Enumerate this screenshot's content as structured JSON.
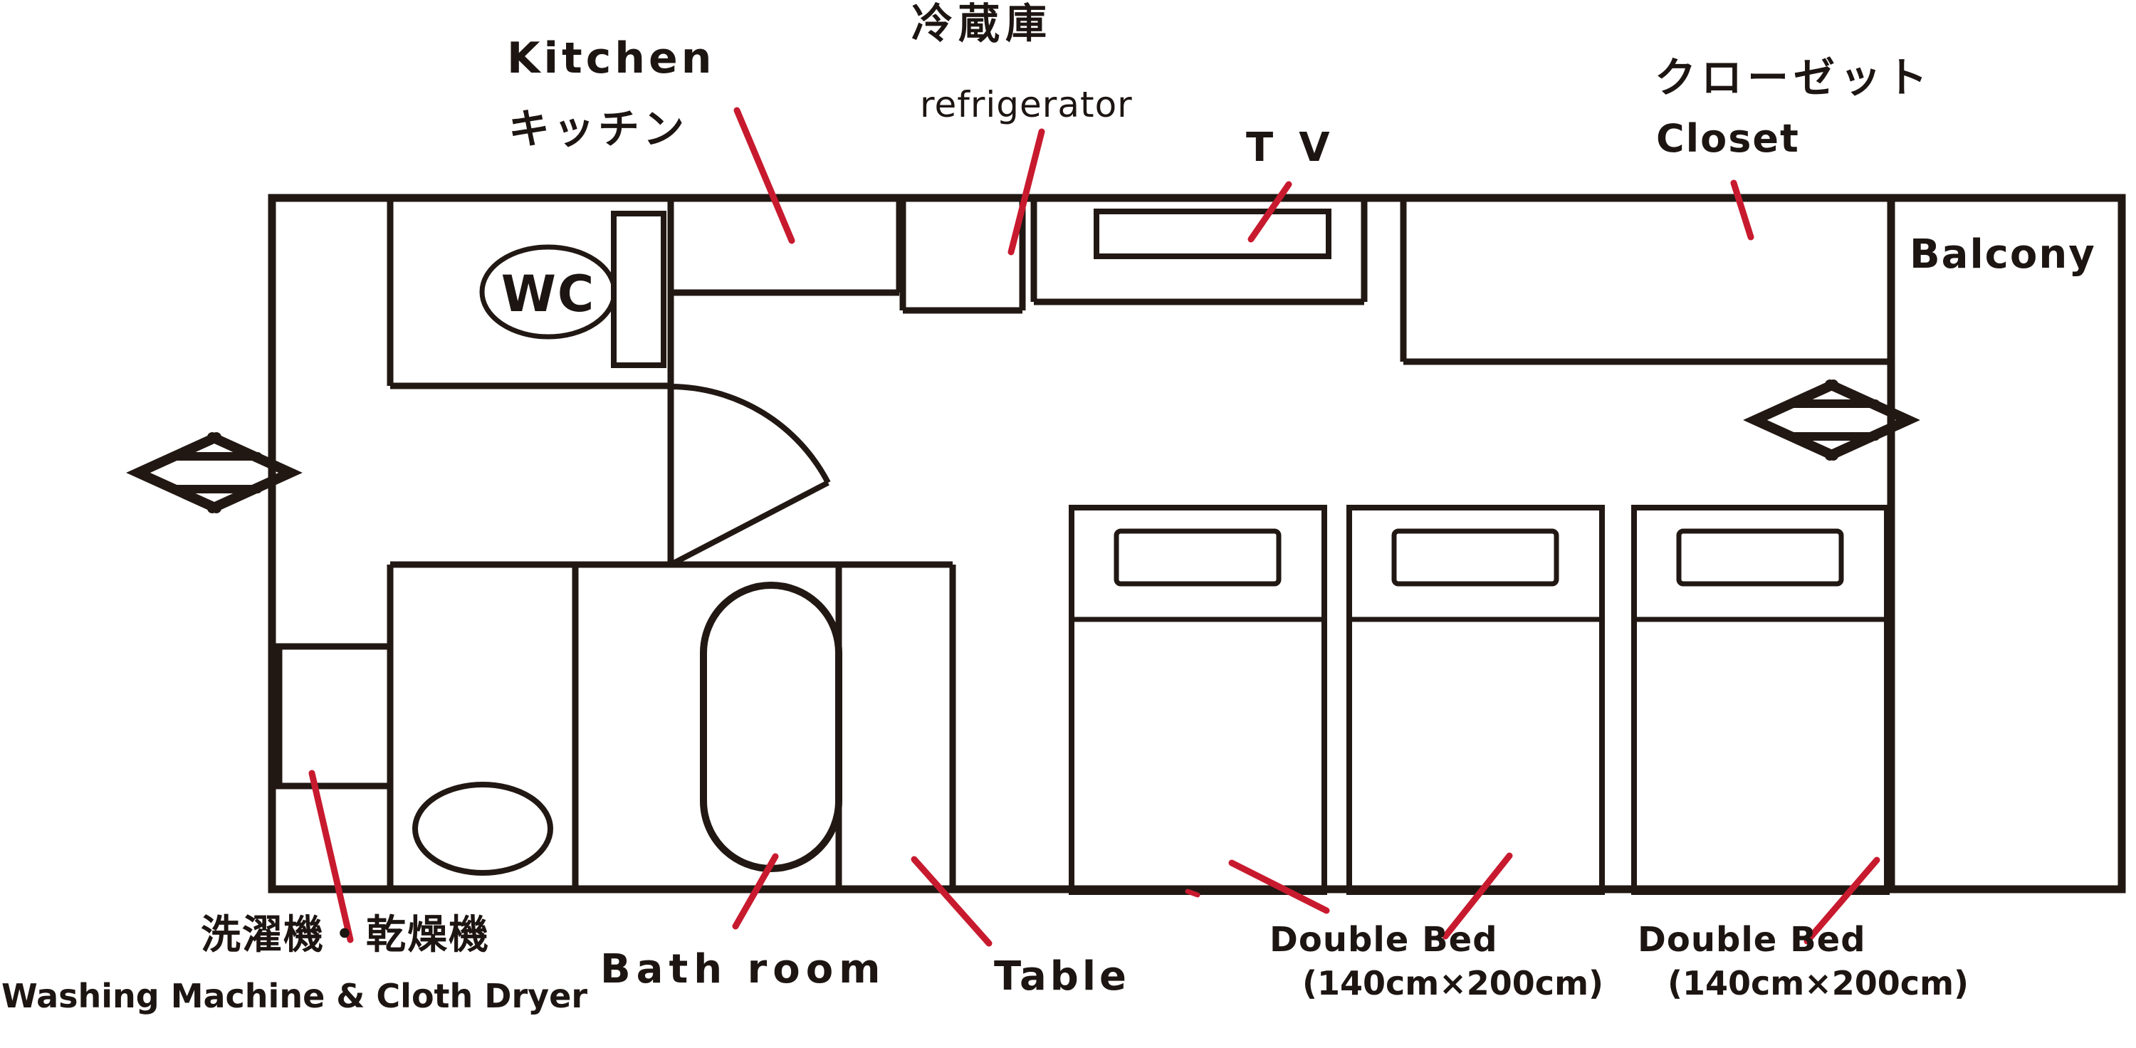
{
  "document": {
    "type": "floor-plan"
  },
  "palette": {
    "line": "#221813",
    "leader_red": "#c81a2e",
    "background": "#ffffff"
  },
  "labels": {
    "kitchen_en": "Kitchen",
    "kitchen_ja": "キッチン",
    "refrigerator_ja": "冷蔵庫",
    "refrigerator_en": "refrigerator",
    "tv": "TV",
    "closet_ja": "クローゼット",
    "closet_en": "Closet",
    "balcony": "Balcony",
    "wc": "WC",
    "laundry_ja": "洗濯機・乾燥機",
    "laundry_en": "Washing Machine & Cloth Dryer",
    "bathroom": "Bath room",
    "table": "Table",
    "bed_left_name": "Double Bed",
    "bed_left_size": "(140cm×200cm)",
    "bed_right_name": "Double Bed",
    "bed_right_size": "(140cm×200cm)"
  }
}
